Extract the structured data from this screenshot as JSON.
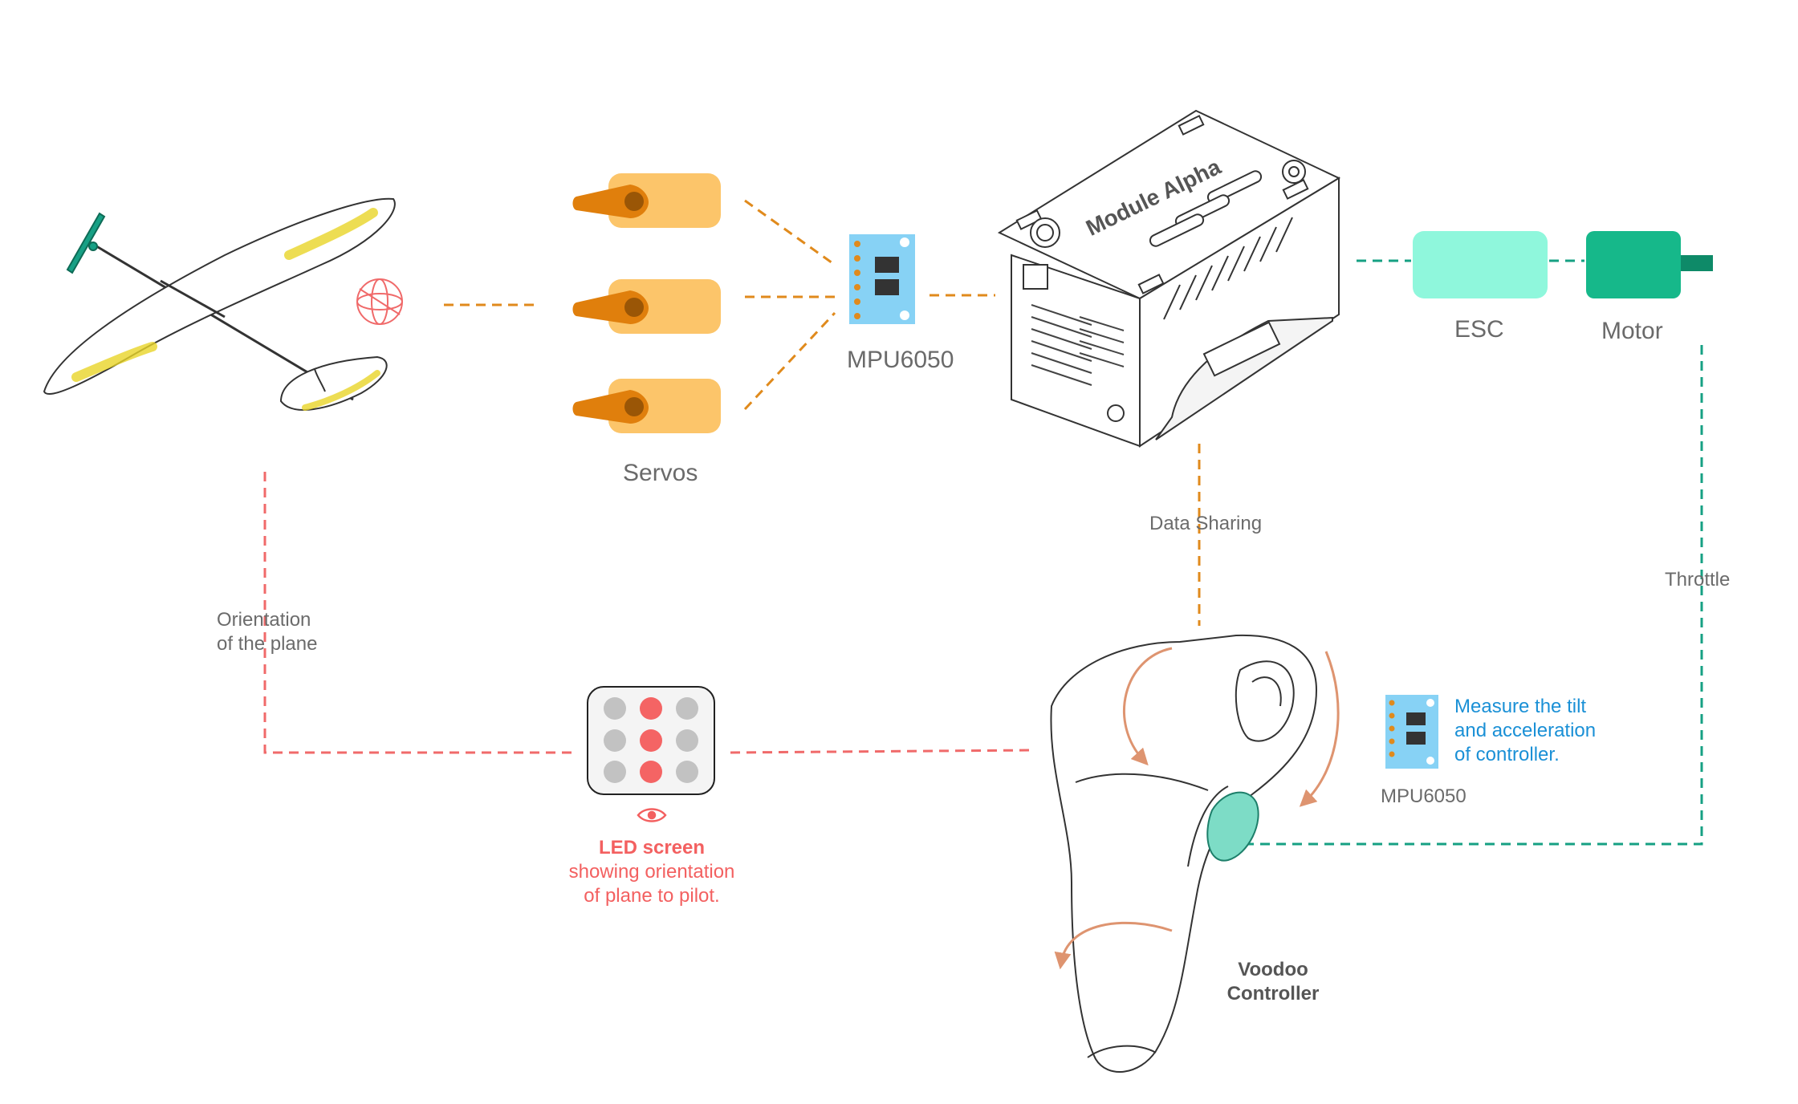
{
  "labels": {
    "servos": "Servos",
    "mpu_top": "MPU6050",
    "module": "Module Alpha",
    "esc": "ESC",
    "motor": "Motor",
    "data_sharing": "Data Sharing",
    "throttle": "Throttle",
    "orientation_line1": "Orientation",
    "orientation_line2": "of the plane",
    "led_title": "LED screen",
    "led_line2": "showing orientation",
    "led_line3": "of plane to pilot.",
    "measure_line1": "Measure the tilt",
    "measure_line2": "and acceleration",
    "measure_line3": "of controller.",
    "mpu_bottom": "MPU6050",
    "controller_line1": "Voodoo",
    "controller_line2": "Controller"
  },
  "colors": {
    "orange_link": "#e08a1c",
    "servo_body": "#fcc56a",
    "servo_horn": "#e07f0c",
    "esc": "#8ff7dc",
    "motor": "#16b88a",
    "green_link": "#16a083",
    "red_link": "#f06a6a",
    "led_on": "#f46464",
    "led_off": "#c2c2c2",
    "mpu_board": "#87d2f5",
    "controller_button": "#7ddcc6",
    "arrow": "#de9470"
  },
  "icons": {
    "orientation": "gyro-orientation-icon",
    "eye": "eye-icon"
  }
}
